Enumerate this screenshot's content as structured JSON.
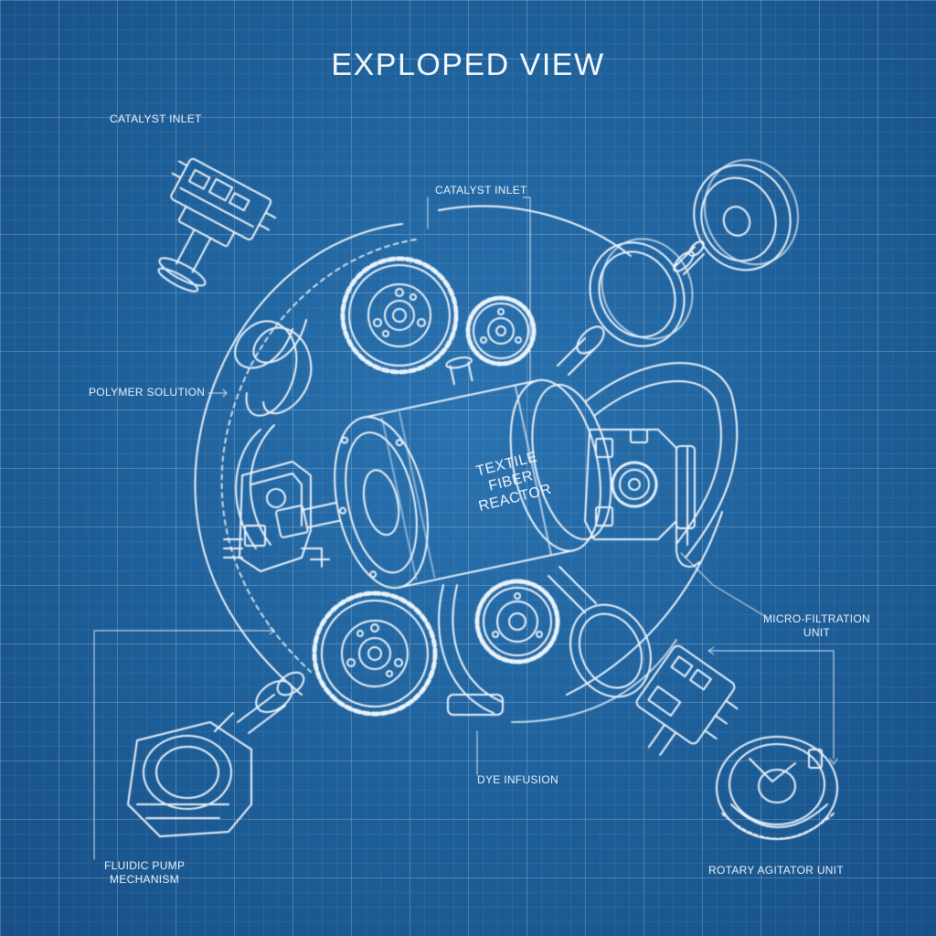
{
  "title": "EXPLOPED VIEW",
  "core_label": {
    "line1": "TEXTILE",
    "line2": "FIBER",
    "line3": "REACTOR"
  },
  "labels": {
    "catalyst_inlet_top_left": "CATALYST INLET",
    "catalyst_inlet_center": "CATALYST INLET",
    "polymer_solution": "POLYMER SOLUTION",
    "micro_filtration_line1": "MICRO-FILTRATION",
    "micro_filtration_line2": "UNIT",
    "dye_infusion": "DYE INFUSION",
    "fluidic_pump_line1": "FLUIDIC PUMP",
    "fluidic_pump_line2": "MECHANISM",
    "rotary_agitator": "ROTARY AGITATOR UNIT"
  },
  "colors": {
    "background": "#1e5e97",
    "line": "#e9f2fb"
  }
}
